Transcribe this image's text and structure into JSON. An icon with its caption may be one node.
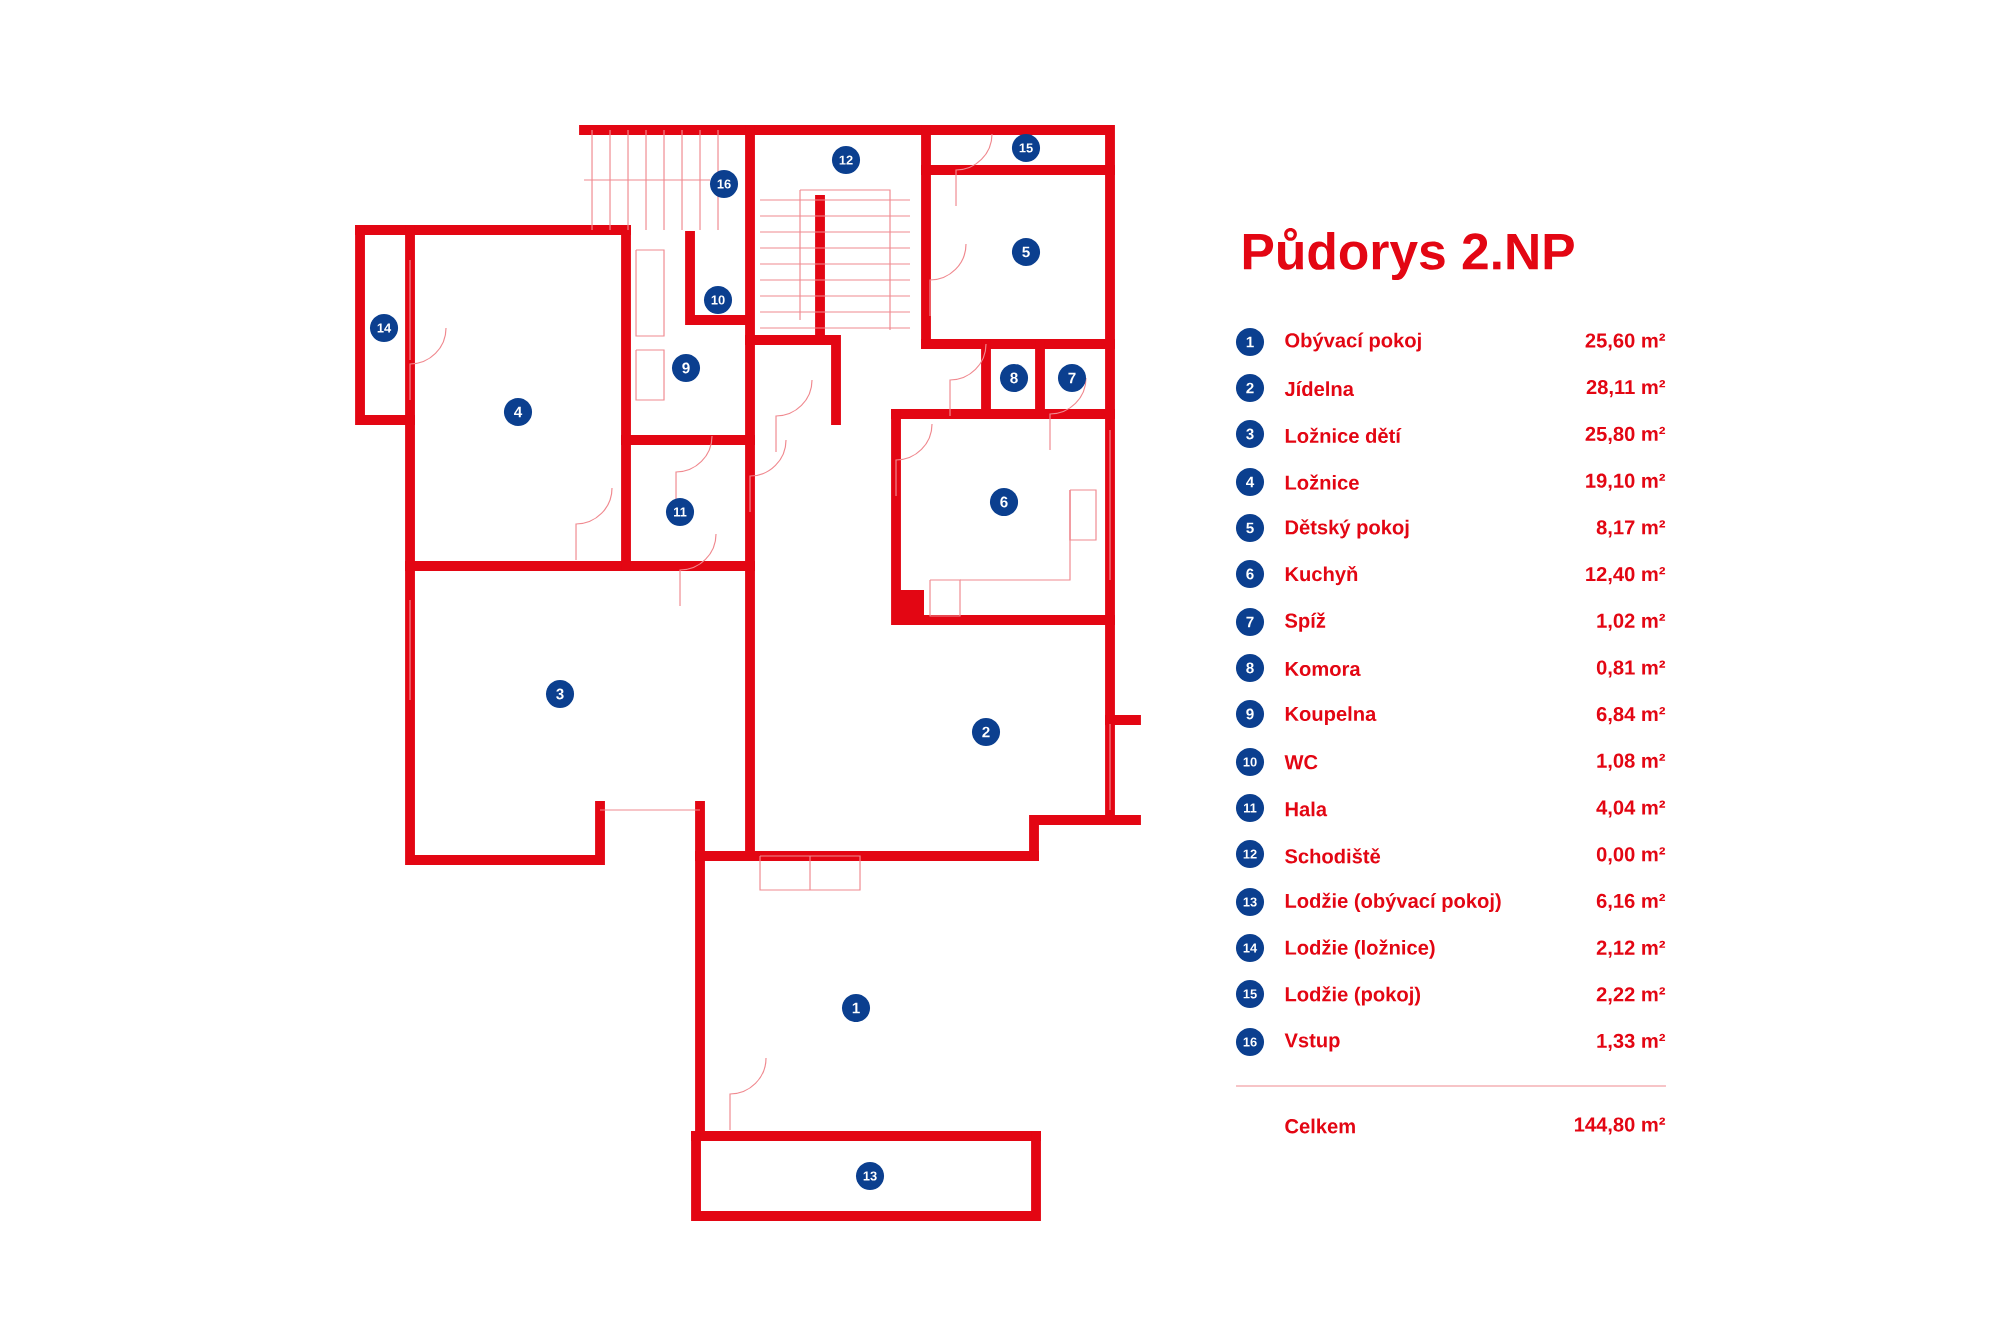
{
  "diagram": {
    "title": "Půdorys 2.NP",
    "labels": [
      "12",
      "15",
      "16",
      "5",
      "10",
      "14",
      "9",
      "8",
      "7",
      "4",
      "11",
      "6",
      "3",
      "2",
      "1",
      "13",
      "1",
      "Obývací pokoj",
      "25,60 m²",
      "2",
      "Jídelna",
      "28,11 m²",
      "3",
      "Ložnice dětí",
      "25,80 m²",
      "4",
      "Ložnice",
      "19,10 m²",
      "5",
      "Dětský pokoj",
      "8,17 m²",
      "6",
      "Kuchyň",
      "12,40 m²",
      "7",
      "Spíž",
      "1,02 m²",
      "8",
      "Komora",
      "0,81 m²",
      "9",
      "Koupelna",
      "6,84 m²",
      "10",
      "WC",
      "1,08 m²",
      "11",
      "Hala",
      "4,04 m²",
      "12",
      "Schodiště",
      "0,00 m²",
      "13",
      "Lodžie (obývací pokoj)",
      "6,16 m²",
      "14",
      "Lodžie (ložnice)",
      "2,12 m²",
      "15",
      "Lodžie (pokoj)",
      "2,22 m²",
      "16",
      "Vstup",
      "1,33 m²",
      "Celkem",
      "144,80 m²"
    ]
  }
}
